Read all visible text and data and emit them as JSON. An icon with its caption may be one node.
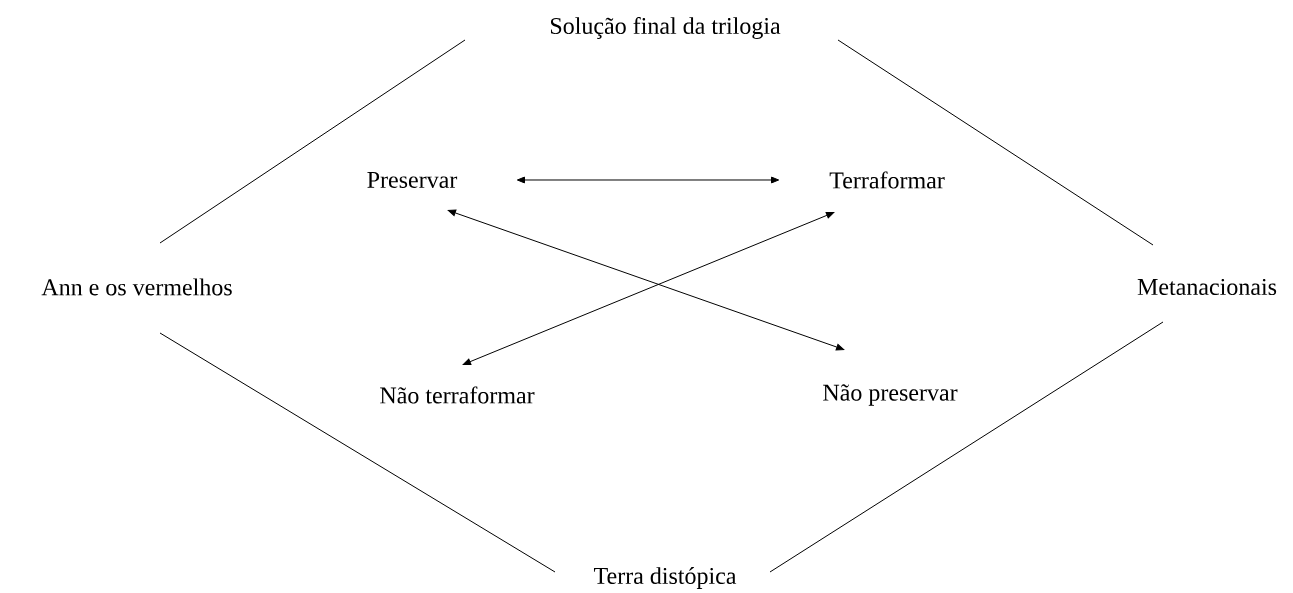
{
  "diagram": {
    "nodes": [
      {
        "text": [
          "Solução final da trilogia"
        ]
      },
      {
        "text": [
          "Preservar"
        ]
      },
      {
        "text": [
          "Terraformar"
        ]
      },
      {
        "text": [
          "Ann e os vermelhos"
        ]
      },
      {
        "text": [
          "Metanacionais"
        ]
      },
      {
        "text": [
          "Não terraformar"
        ]
      },
      {
        "text": [
          "Não preservar"
        ]
      },
      {
        "text": [
          "Terra distópica"
        ]
      }
    ],
    "edges": [
      {
        "from": 3,
        "to": 0,
        "arrow": "none"
      },
      {
        "from": 0,
        "to": 4,
        "arrow": "none"
      },
      {
        "from": 3,
        "to": 7,
        "arrow": "none"
      },
      {
        "from": 7,
        "to": 4,
        "arrow": "none"
      },
      {
        "from": 1,
        "to": 2,
        "arrow": "both"
      },
      {
        "from": 1,
        "to": 6,
        "arrow": "both"
      },
      {
        "from": 5,
        "to": 2,
        "arrow": "both"
      }
    ]
  }
}
